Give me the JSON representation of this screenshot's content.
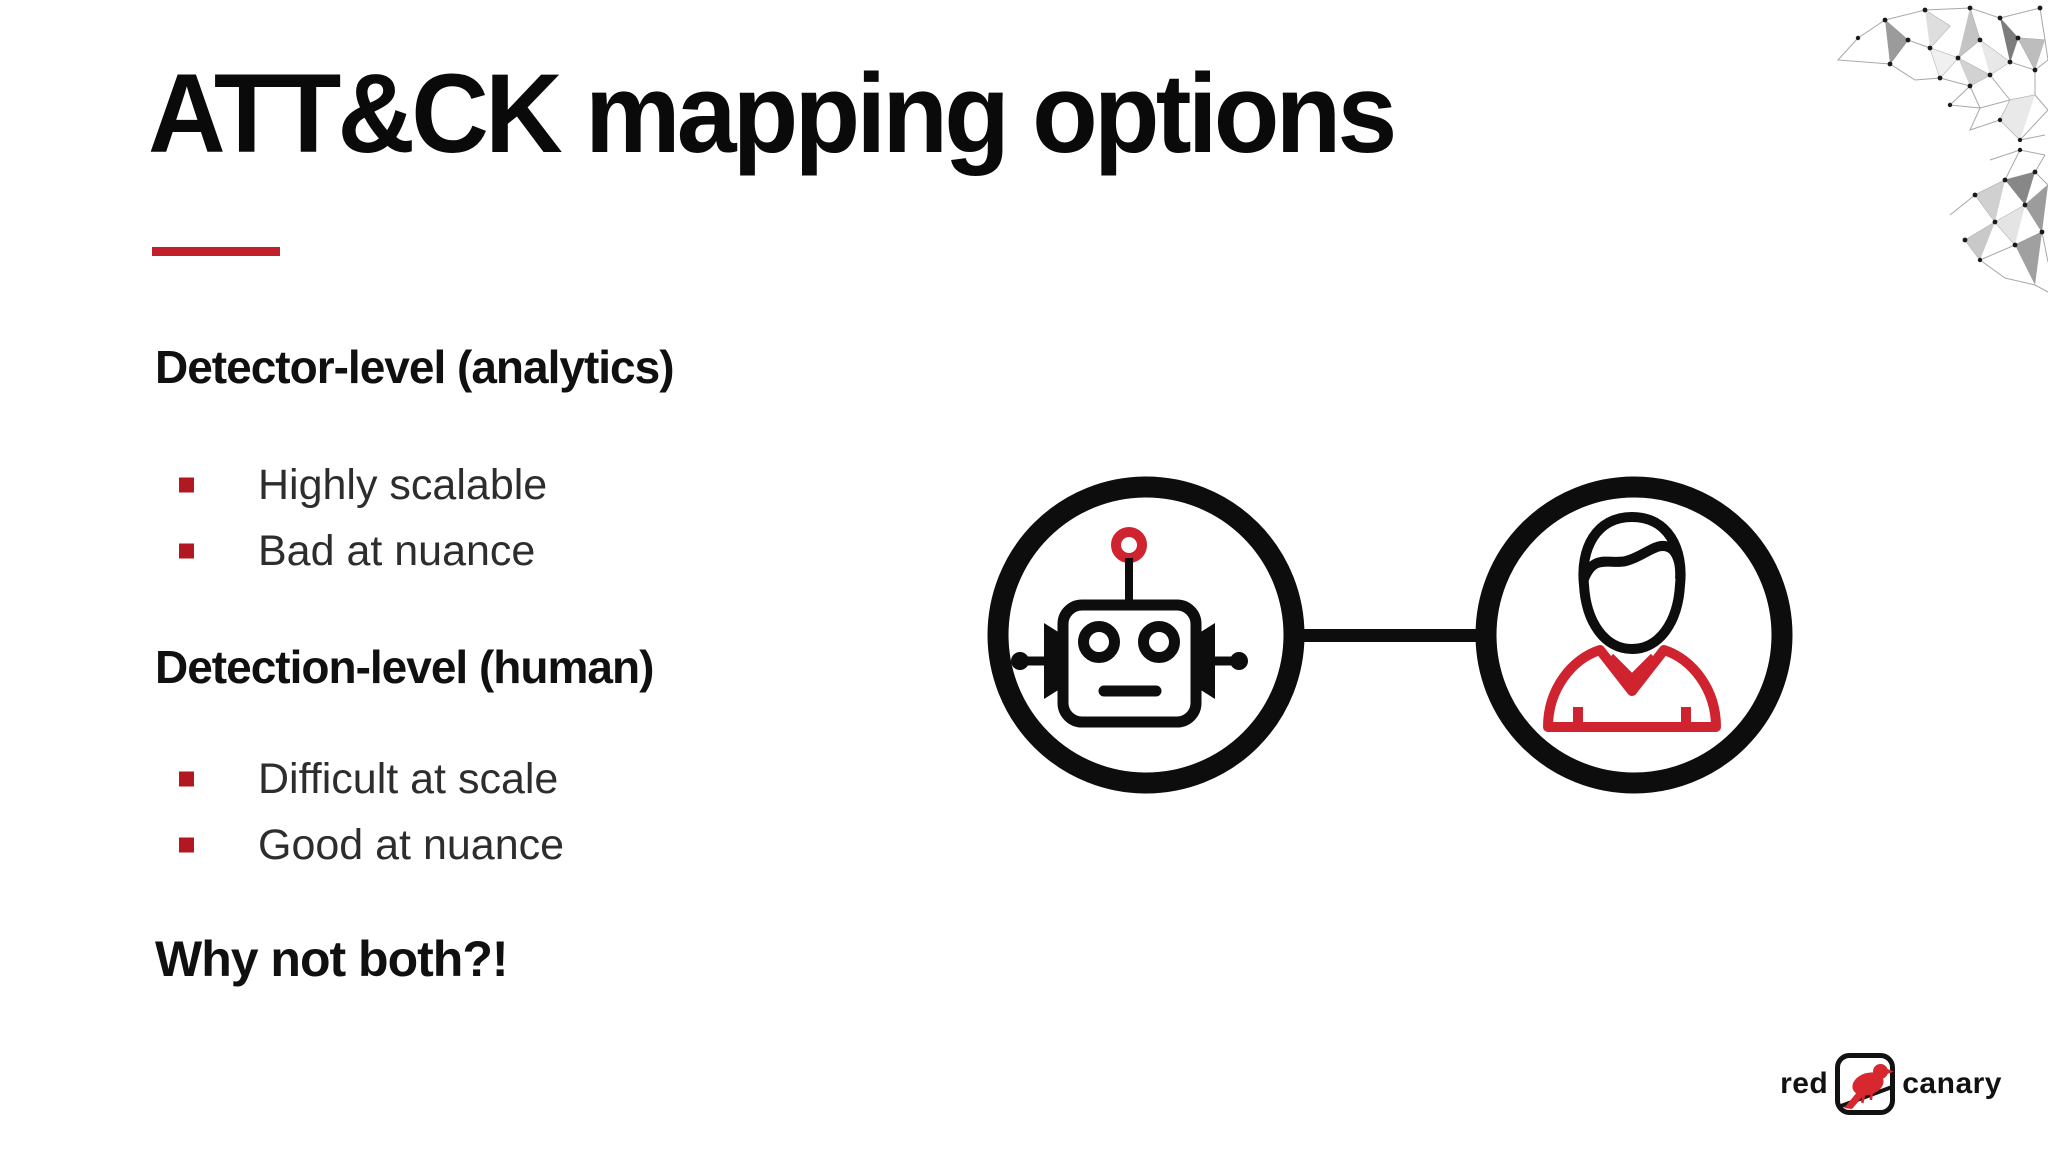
{
  "slide": {
    "title": "ATT&CK mapping options",
    "sections": [
      {
        "heading": "Detector-level (analytics)",
        "bullets": [
          "Highly scalable",
          "Bad at nuance"
        ]
      },
      {
        "heading": "Detection-level (human)",
        "bullets": [
          "Difficult at scale",
          "Good at nuance"
        ]
      }
    ],
    "closing": "Why not both?!"
  },
  "diagram": {
    "left_node_icon": "robot-icon",
    "right_node_icon": "person-icon",
    "connector": "horizontal-line"
  },
  "logo": {
    "word_left": "red",
    "word_right": "canary",
    "badge_icon": "canary-bird-icon"
  },
  "colors": {
    "accent_red": "#c0202c",
    "bullet_red": "#b1181f",
    "icon_red": "#cf2430",
    "logo_red": "#d7282f",
    "ink": "#0d0d0d"
  }
}
